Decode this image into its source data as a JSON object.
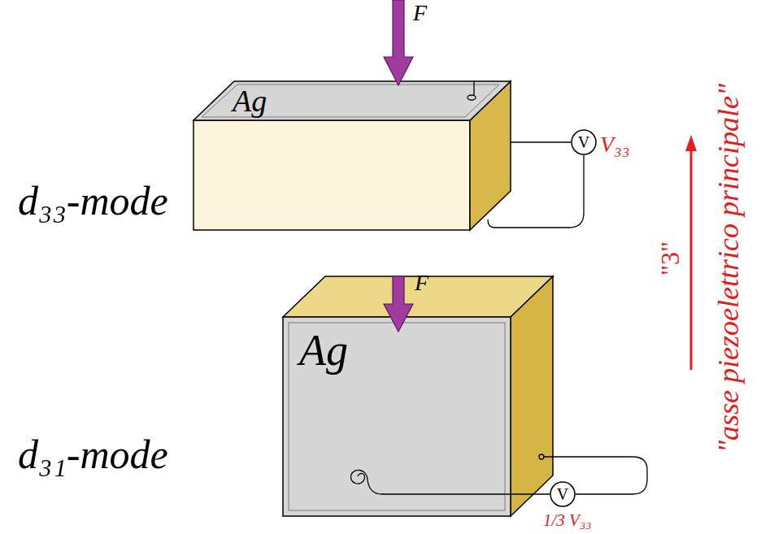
{
  "diagram": {
    "nodes": [
      {
        "text": [
          "Ag"
        ]
      },
      {
        "text": [
          "V"
        ]
      },
      {
        "text": [
          "Ag"
        ]
      },
      {
        "text": [
          "V"
        ]
      }
    ],
    "edges": [
      {
        "from": 0,
        "to": 1,
        "arrow": "none"
      },
      {
        "from": 2,
        "to": 3,
        "arrow": "none"
      }
    ],
    "labels": [
      "F",
      "V₃₃",
      "d₃₃-mode",
      "F",
      "d₃₁-mode",
      "1/3 V₃₃",
      "\"3\"",
      "\"asse piezoelettrico principale\""
    ]
  }
}
